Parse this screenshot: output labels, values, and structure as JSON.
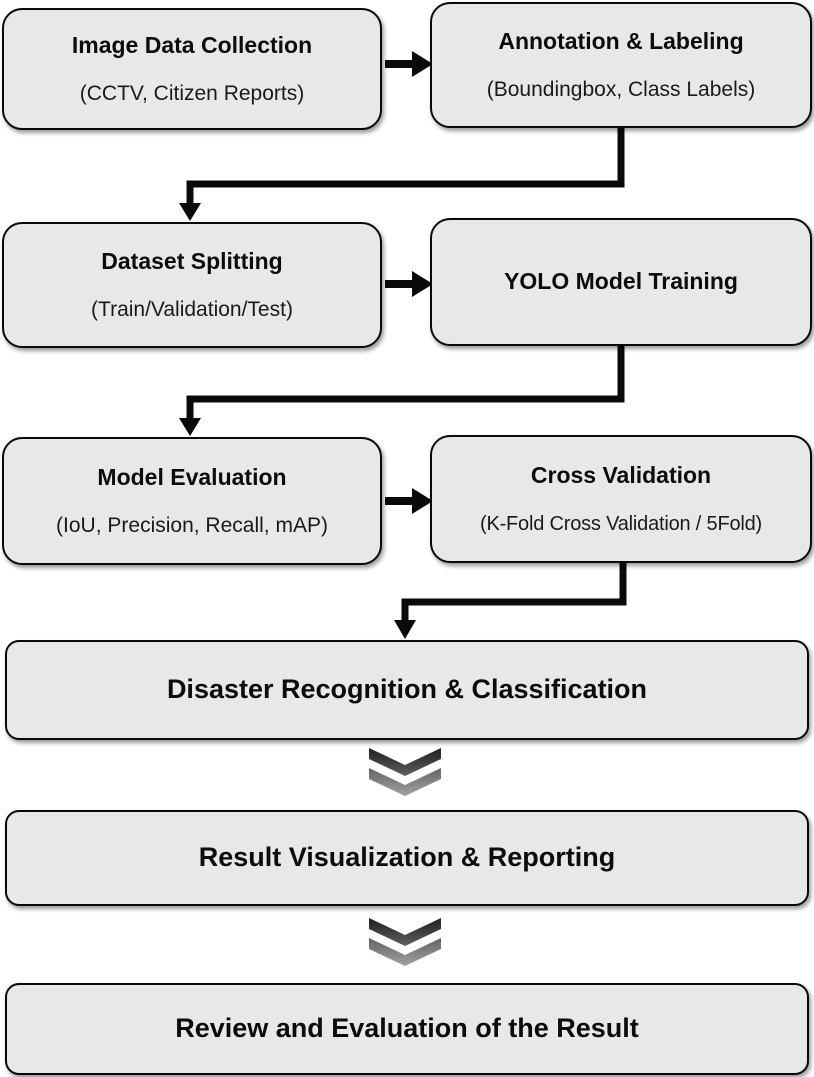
{
  "diagram": {
    "type": "flowchart",
    "boxes": [
      {
        "id": "image-data-collection",
        "title": "Image Data Collection",
        "subtitle": "(CCTV, Citizen Reports)"
      },
      {
        "id": "annotation-labeling",
        "title": "Annotation & Labeling",
        "subtitle": "(Boundingbox, Class Labels)"
      },
      {
        "id": "dataset-splitting",
        "title": "Dataset Splitting",
        "subtitle": "(Train/Validation/Test)"
      },
      {
        "id": "yolo-model-training",
        "title": "YOLO Model Training"
      },
      {
        "id": "model-evaluation",
        "title": "Model Evaluation",
        "subtitle": "(IoU, Precision, Recall, mAP)"
      },
      {
        "id": "cross-validation",
        "title": "Cross Validation",
        "subtitle": "(K-Fold Cross Validation / 5Fold)"
      },
      {
        "id": "disaster-recognition-classification",
        "title": "Disaster Recognition & Classification"
      },
      {
        "id": "result-visualization-reporting",
        "title": "Result Visualization & Reporting"
      },
      {
        "id": "review-evaluation-result",
        "title": "Review and Evaluation of the Result"
      }
    ],
    "colors": {
      "background": "#ffffff",
      "box_fill": "#e8e8e8",
      "box_border": "#0a0a0a",
      "arrow": "#0a0a0a",
      "chevron_dark": "#2c2c2c",
      "chevron_light": "#8c8c8c"
    }
  }
}
